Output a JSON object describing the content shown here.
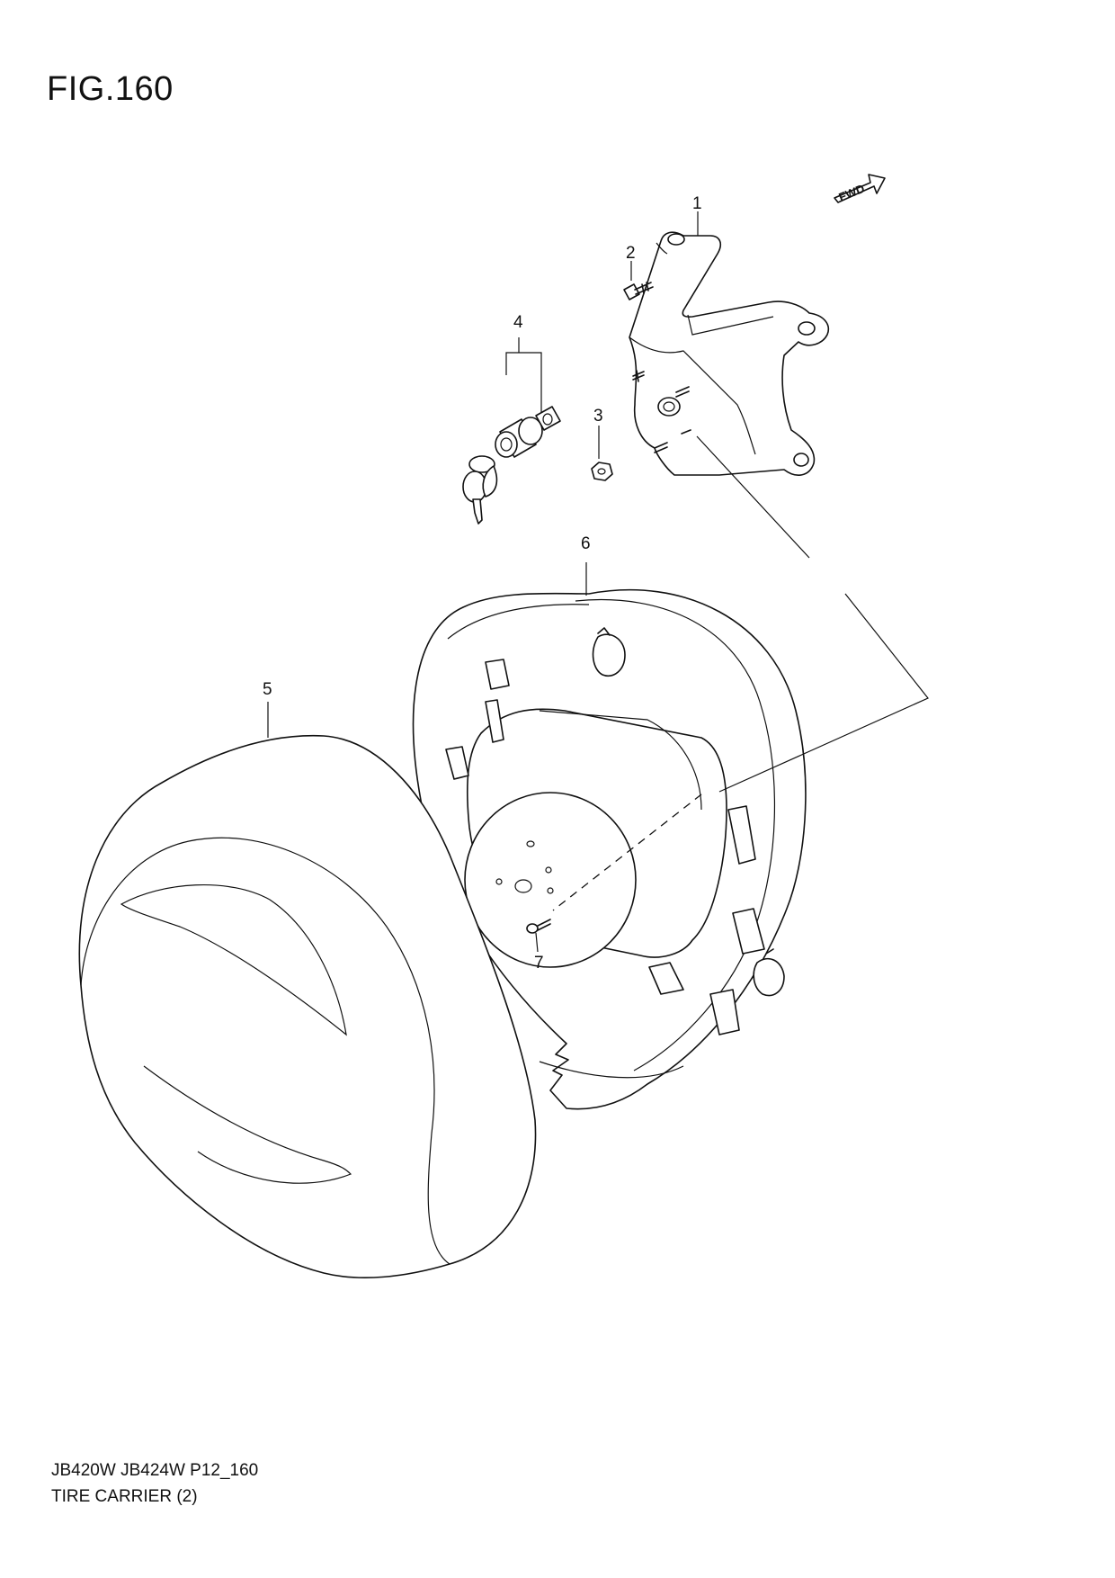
{
  "figure": {
    "title": "FIG.160"
  },
  "direction_indicator": {
    "label": "FWD"
  },
  "parts": [
    {
      "ref": "1",
      "name": "carrier bracket"
    },
    {
      "ref": "2",
      "name": "bolt"
    },
    {
      "ref": "3",
      "name": "nut"
    },
    {
      "ref": "4",
      "name": "lock set with keys"
    },
    {
      "ref": "5",
      "name": "spare tire cover"
    },
    {
      "ref": "6",
      "name": "tire cover back plate"
    },
    {
      "ref": "7",
      "name": "screw"
    }
  ],
  "footer": {
    "model_code": "JB420W JB424W P12_160",
    "caption": "TIRE CARRIER (2)"
  }
}
